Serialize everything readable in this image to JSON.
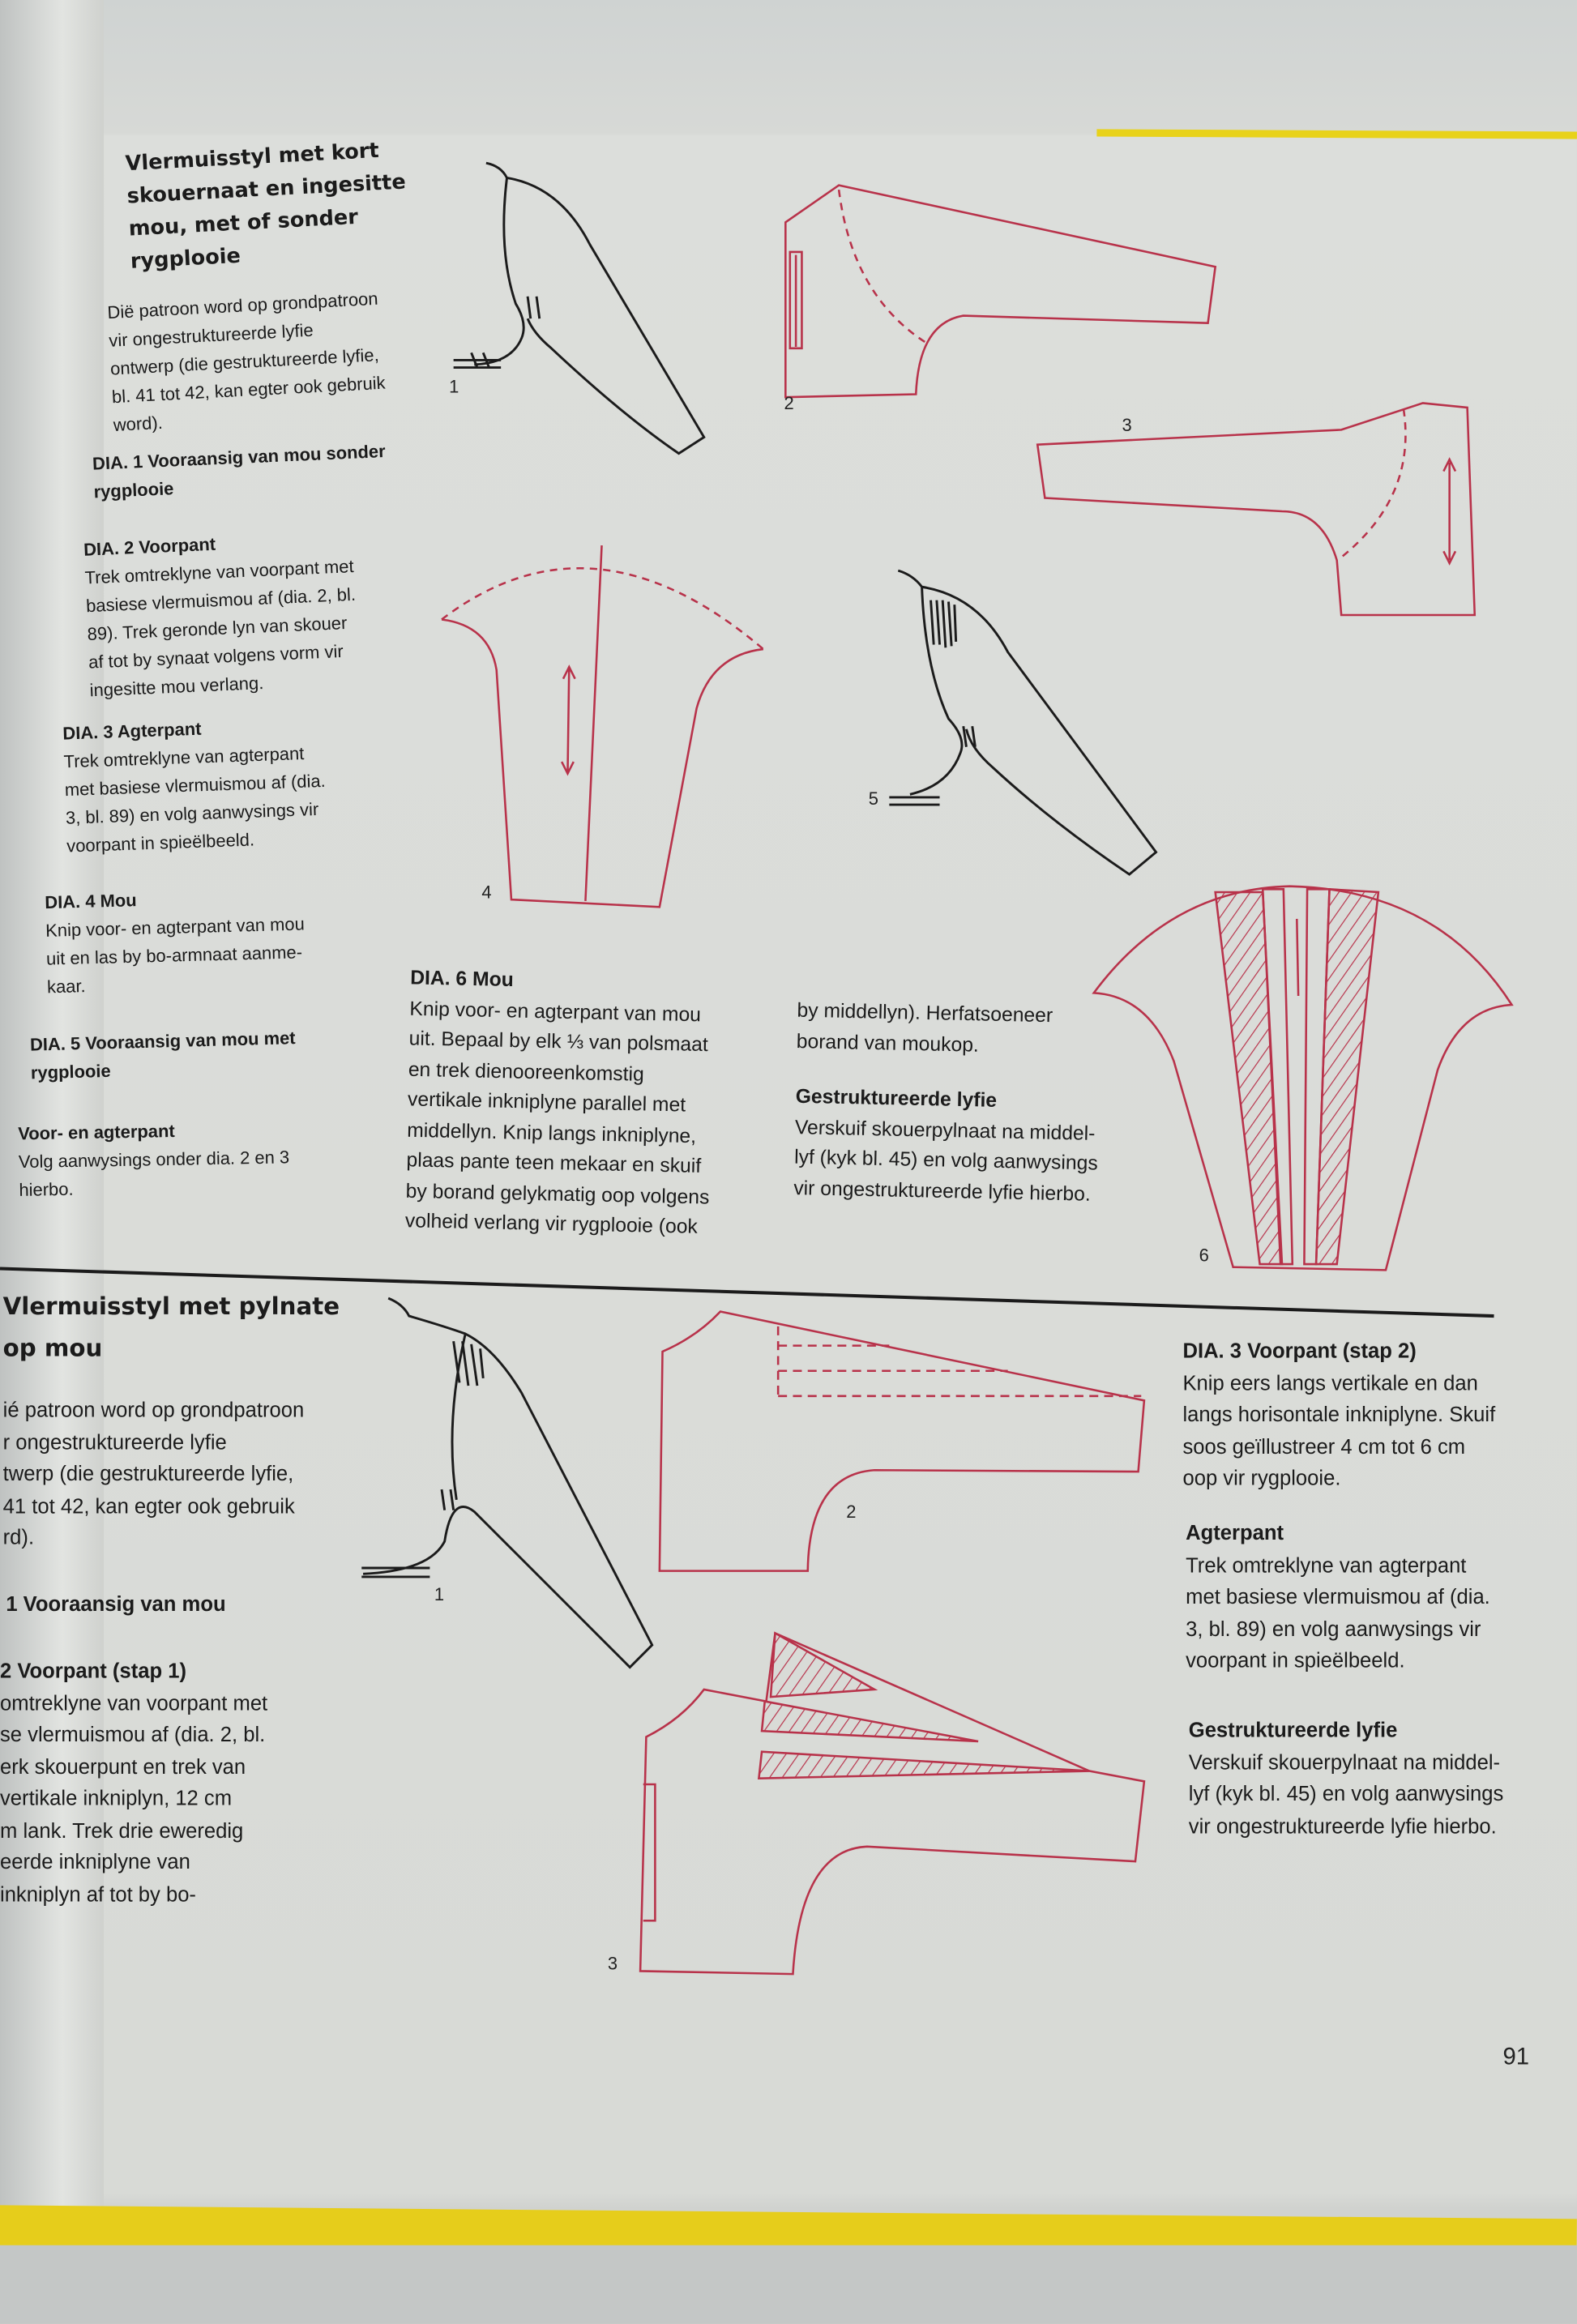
{
  "page_number": "91",
  "section1": {
    "title_lines": [
      "Vlermuisstyl met kort",
      "skouernaat en ingesitte",
      "mou, met of sonder",
      "rygplooie"
    ],
    "intro_lines": [
      "Dië patroon word op grondpatroon",
      "vir ongestruktureerde lyfie",
      "ontwerp (die gestruktureerde lyfie,",
      "bl. 41 tot 42, kan egter ook gebruik",
      "word)."
    ],
    "dia1_lines": [
      "DIA. 1 Vooraansig van mou sonder",
      "rygplooie"
    ],
    "dia2_heading": "DIA. 2 Voorpant",
    "dia2_lines": [
      "Trek omtreklyne van voorpant met",
      "basiese vlermuismou af (dia. 2, bl.",
      "89). Trek geronde lyn van skouer",
      "af tot by synaat volgens vorm vir",
      "ingesitte mou verlang."
    ],
    "dia3_heading": "DIA. 3 Agterpant",
    "dia3_lines": [
      "Trek omtreklyne van agterpant",
      "met basiese vlermuismou af (dia.",
      "3, bl. 89) en volg aanwysings vir",
      "voorpant in spieëlbeeld."
    ],
    "dia4_heading": "DIA. 4 Mou",
    "dia4_lines": [
      "Knip voor- en agterpant van mou",
      "uit en las by bo-armnaat aanme-",
      "kaar."
    ],
    "dia5_lines": [
      "DIA. 5 Vooraansig van mou met",
      "rygplooie"
    ],
    "voor_heading": "Voor- en agterpant",
    "voor_lines": [
      "Volg aanwysings onder dia. 2 en 3",
      "hierbo."
    ],
    "dia6_heading": "DIA. 6 Mou",
    "dia6_lines": [
      "Knip voor- en agterpant van mou",
      "uit. Bepaal by elk ⅓ van polsmaat",
      "en trek dienooreenkomstig",
      "vertikale inkniplyne parallel met",
      "middellyn. Knip langs inkniplyne,",
      "plaas pante teen mekaar en skuif",
      "by borand gelykmatig oop volgens",
      "volheid verlang vir rygplooie (ook"
    ],
    "dia6_cont_lines": [
      "by middellyn). Herfatsoeneer",
      "borand van moukop."
    ],
    "gestr_heading": "Gestruktureerde lyfie",
    "gestr_lines": [
      "Verskuif skouerpylnaat na middel-",
      "lyf (kyk bl. 45) en volg aanwysings",
      "vir ongestruktureerde lyfie hierbo."
    ],
    "figure_labels": [
      "1",
      "2",
      "3",
      "4",
      "5",
      "6"
    ]
  },
  "section2": {
    "title_lines": [
      "Vlermuisstyl met pylnate",
      "op mou"
    ],
    "intro_lines": [
      "ié patroon word op grondpatroon",
      "r ongestruktureerde lyfie",
      "twerp (die gestruktureerde lyfie,",
      "41 tot 42, kan egter ook gebruik",
      "rd)."
    ],
    "dia1_line": "1 Vooraansig van mou",
    "dia2_heading": "2 Voorpant (stap 1)",
    "dia2_lines": [
      "omtreklyne van voorpant met",
      "se vlermuismou af (dia. 2, bl.",
      "erk skouerpunt en trek van",
      "vertikale inkniplyn, 12 cm",
      "m lank. Trek drie eweredig",
      "eerde inkniplyne van",
      "inkniplyn af tot by bo-"
    ],
    "dia3_heading": "DIA. 3 Voorpant (stap 2)",
    "dia3_lines": [
      "Knip eers langs vertikale en dan",
      "langs horisontale inkniplyne. Skuif",
      "soos geïllustreer 4 cm tot 6 cm",
      "oop vir rygplooie."
    ],
    "agter_heading": "Agterpant",
    "agter_lines": [
      "Trek omtreklyne van agterpant",
      "met basiese vlermuismou af (dia.",
      "3, bl. 89) en volg aanwysings vir",
      "voorpant in spieëlbeeld."
    ],
    "gestr_heading": "Gestruktureerde lyfie",
    "gestr_lines": [
      "Verskuif skouerpylnaat na middel-",
      "lyf (kyk bl. 45) en volg aanwysings",
      "vir ongestruktureerde lyfie hierbo."
    ],
    "figure_labels": [
      "1",
      "2",
      "3"
    ]
  },
  "colors": {
    "pattern_red": "#b8324a",
    "ink": "#1b1b1b",
    "yellow": "#e6cd1b",
    "paper": "#d9dbd7"
  }
}
